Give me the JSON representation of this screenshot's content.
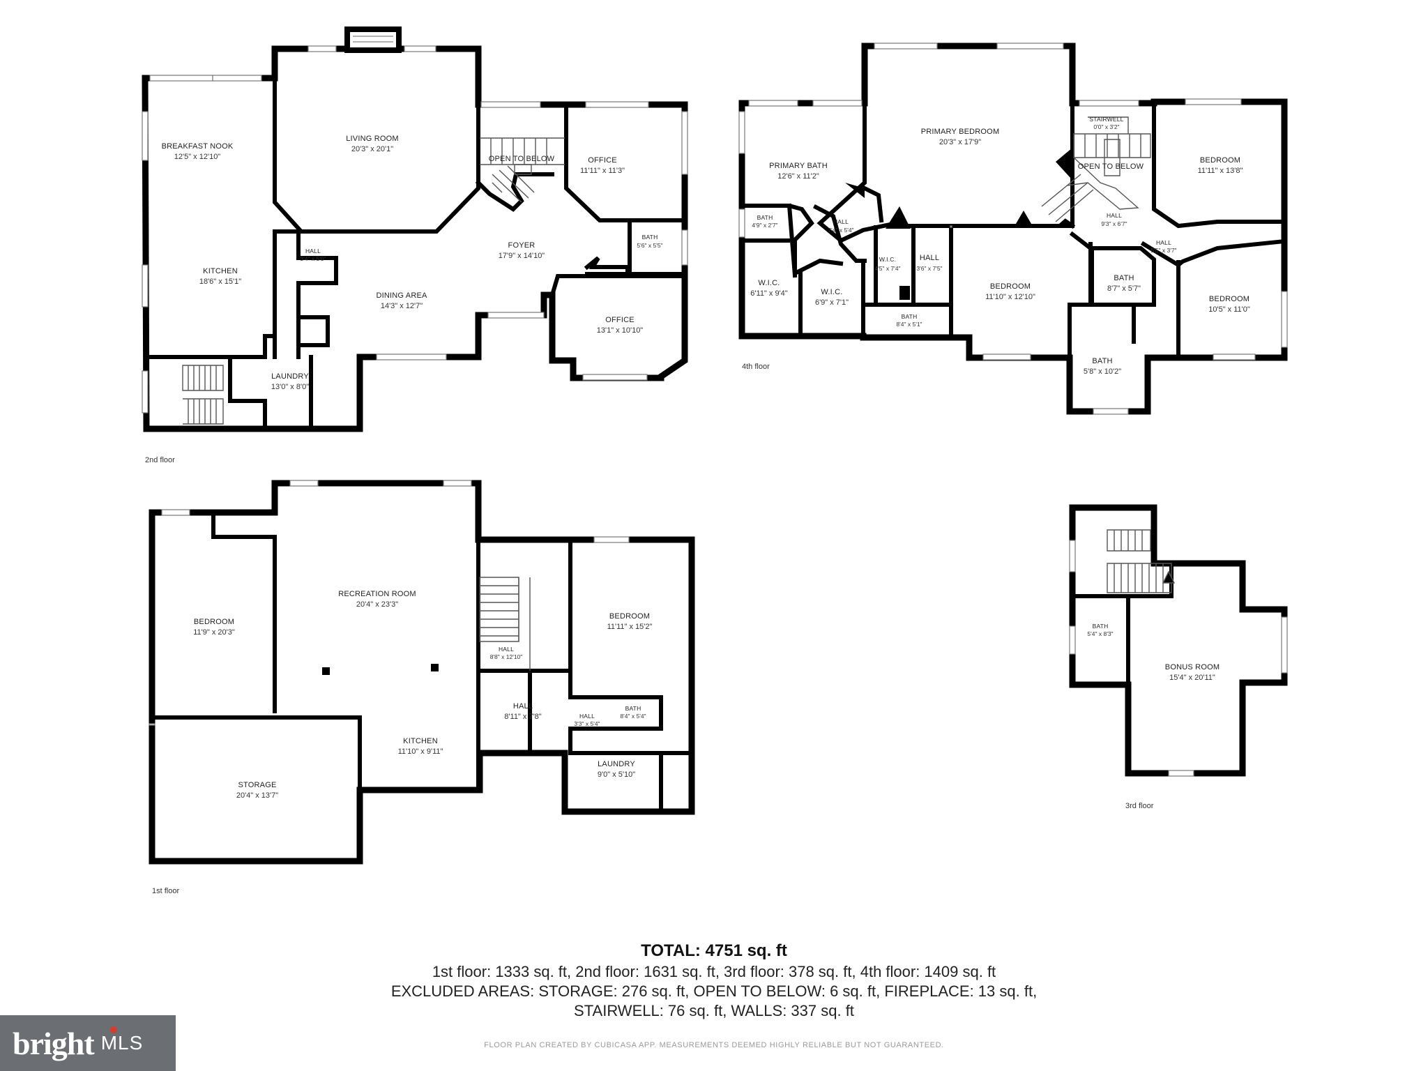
{
  "floors": [
    {
      "label": "2nd floor",
      "rooms": [
        {
          "name": "BREAKFAST NOOK",
          "dims": "12'5\" x 12'10\""
        },
        {
          "name": "LIVING ROOM",
          "dims": "20'3\" x 20'1\""
        },
        {
          "name": "OPEN TO BELOW",
          "dims": ""
        },
        {
          "name": "OFFICE",
          "dims": "11'11\" x 11'3\""
        },
        {
          "name": "KITCHEN",
          "dims": "18'6\" x 15'1\""
        },
        {
          "name": "HALL",
          "dims": "3'4\" x 5'0\""
        },
        {
          "name": "FOYER",
          "dims": "17'9\" x 14'10\""
        },
        {
          "name": "BATH",
          "dims": "5'6\" x 5'5\""
        },
        {
          "name": "DINING AREA",
          "dims": "14'3\" x 12'7\""
        },
        {
          "name": "OFFICE",
          "dims": "13'1\" x 10'10\""
        },
        {
          "name": "LAUNDRY",
          "dims": "13'0\" x 8'0\""
        }
      ]
    },
    {
      "label": "4th floor",
      "rooms": [
        {
          "name": "PRIMARY BEDROOM",
          "dims": "20'3\" x 17'9\""
        },
        {
          "name": "PRIMARY BATH",
          "dims": "12'6\" x 11'2\""
        },
        {
          "name": "STAIRWELL",
          "dims": "0'0\" x 3'2\""
        },
        {
          "name": "OPEN TO BELOW",
          "dims": ""
        },
        {
          "name": "BEDROOM",
          "dims": "11'11\" x 13'8\""
        },
        {
          "name": "BATH",
          "dims": "4'9\" x 2'7\""
        },
        {
          "name": "HALL",
          "dims": "7'4\" x 5'4\""
        },
        {
          "name": "HALL",
          "dims": "9'3\" x 6'7\""
        },
        {
          "name": "HALL",
          "dims": "5'5\" x 3'7\""
        },
        {
          "name": "W.I.C.",
          "dims": "4'5\" x 7'4\""
        },
        {
          "name": "HALL",
          "dims": "3'6\" x 7'5\""
        },
        {
          "name": "BEDROOM",
          "dims": "11'10\" x 12'10\""
        },
        {
          "name": "BATH",
          "dims": "8'7\" x 5'7\""
        },
        {
          "name": "W.I.C.",
          "dims": "6'11\" x 9'4\""
        },
        {
          "name": "W.I.C.",
          "dims": "6'9\" x 7'1\""
        },
        {
          "name": "BATH",
          "dims": "8'4\" x 5'1\""
        },
        {
          "name": "BEDROOM",
          "dims": "10'5\" x 11'0\""
        },
        {
          "name": "BATH",
          "dims": "5'8\" x 10'2\""
        }
      ]
    },
    {
      "label": "1st floor",
      "rooms": [
        {
          "name": "BEDROOM",
          "dims": "11'9\" x 20'3\""
        },
        {
          "name": "RECREATION ROOM",
          "dims": "20'4\" x 23'3\""
        },
        {
          "name": "BEDROOM",
          "dims": "11'11\" x 15'2\""
        },
        {
          "name": "HALL",
          "dims": "8'8\" x 12'10\""
        },
        {
          "name": "HALL",
          "dims": "8'11\" x 7'8\""
        },
        {
          "name": "HALL",
          "dims": "3'3\" x 5'4\""
        },
        {
          "name": "BATH",
          "dims": "8'4\" x 5'4\""
        },
        {
          "name": "KITCHEN",
          "dims": "11'10\" x 9'11\""
        },
        {
          "name": "STORAGE",
          "dims": "20'4\" x 13'7\""
        },
        {
          "name": "LAUNDRY",
          "dims": "9'0\" x 5'10\""
        }
      ]
    },
    {
      "label": "3rd floor",
      "rooms": [
        {
          "name": "BATH",
          "dims": "5'4\" x 8'3\""
        },
        {
          "name": "BONUS ROOM",
          "dims": "15'4\" x 20'11\""
        }
      ]
    }
  ],
  "summary": {
    "total": "TOTAL: 4751 sq. ft",
    "line1": "1st floor: 1333 sq. ft, 2nd floor: 1631 sq. ft, 3rd floor: 378 sq. ft, 4th floor: 1409 sq. ft",
    "line2": "EXCLUDED AREAS: STORAGE: 276 sq. ft, OPEN TO BELOW: 6 sq. ft, FIREPLACE: 13 sq. ft,",
    "line3": "STAIRWELL: 76 sq. ft, WALLS: 337 sq. ft"
  },
  "disclaimer": "FLOOR PLAN CREATED BY CUBICASA APP. MEASUREMENTS DEEMED HIGHLY RELIABLE BUT NOT GUARANTEED.",
  "logo": {
    "word": "bright",
    "suffix": "MLS",
    "accent": "#d23f2e"
  }
}
